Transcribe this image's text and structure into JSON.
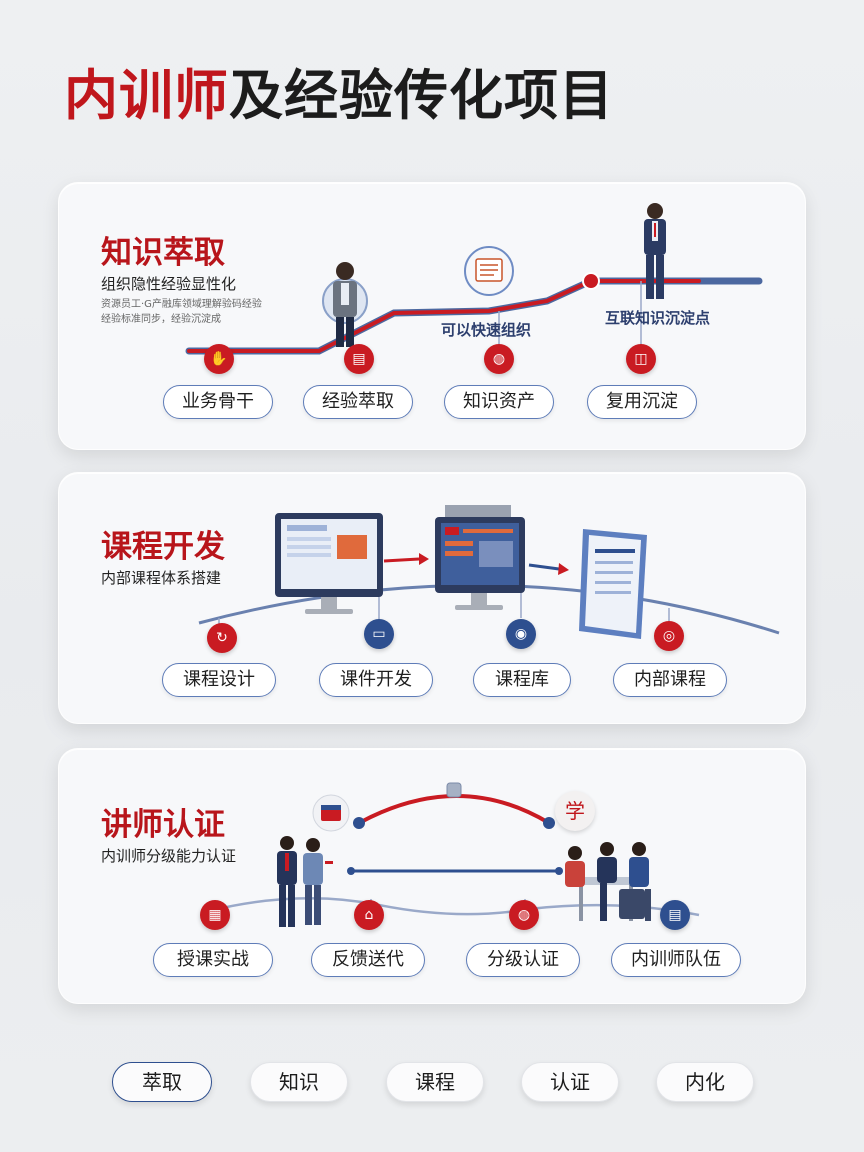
{
  "title": {
    "part1": "内训师",
    "part2": "及经验传化项目"
  },
  "sections": [
    {
      "title": "知识萃取",
      "subtitle": "组织隐性经验显性化",
      "note_line1": "资源员工·G产融库领域理解验码经验",
      "note_line2": "经验标准同步，经验沉淀成",
      "float_labels": [
        "可以快速组织",
        "互联知识沉淀点"
      ],
      "nodes": [
        "业务骨干",
        "经验萃取",
        "知识资产",
        "复用沉淀"
      ]
    },
    {
      "title": "课程开发",
      "subtitle": "内部课程体系搭建",
      "nodes": [
        "课程设计",
        "课件开发",
        "课程库",
        "内部课程"
      ]
    },
    {
      "title": "讲师认证",
      "subtitle": "内训师分级能力认证",
      "badge": "学",
      "nodes": [
        "授课实战",
        "反馈送代",
        "分级认证",
        "内训师队伍"
      ]
    }
  ],
  "nav": [
    {
      "label": "萃取",
      "active": true
    },
    {
      "label": "知识",
      "active": false
    },
    {
      "label": "课程",
      "active": false
    },
    {
      "label": "认证",
      "active": false
    },
    {
      "label": "内化",
      "active": false
    }
  ],
  "colors": {
    "accent_red": "#c0161c",
    "accent_blue": "#2e4f8f",
    "pill_border": "#5e7cb8"
  },
  "icons": {
    "s1": [
      "handshake-icon",
      "document-icon",
      "chat-icon",
      "gift-icon"
    ],
    "s2": [
      "refresh-icon",
      "monitor-icon",
      "robot-icon",
      "lightbulb-icon"
    ],
    "s3": [
      "clipboard-icon",
      "home-icon",
      "badge-icon",
      "book-icon"
    ]
  }
}
